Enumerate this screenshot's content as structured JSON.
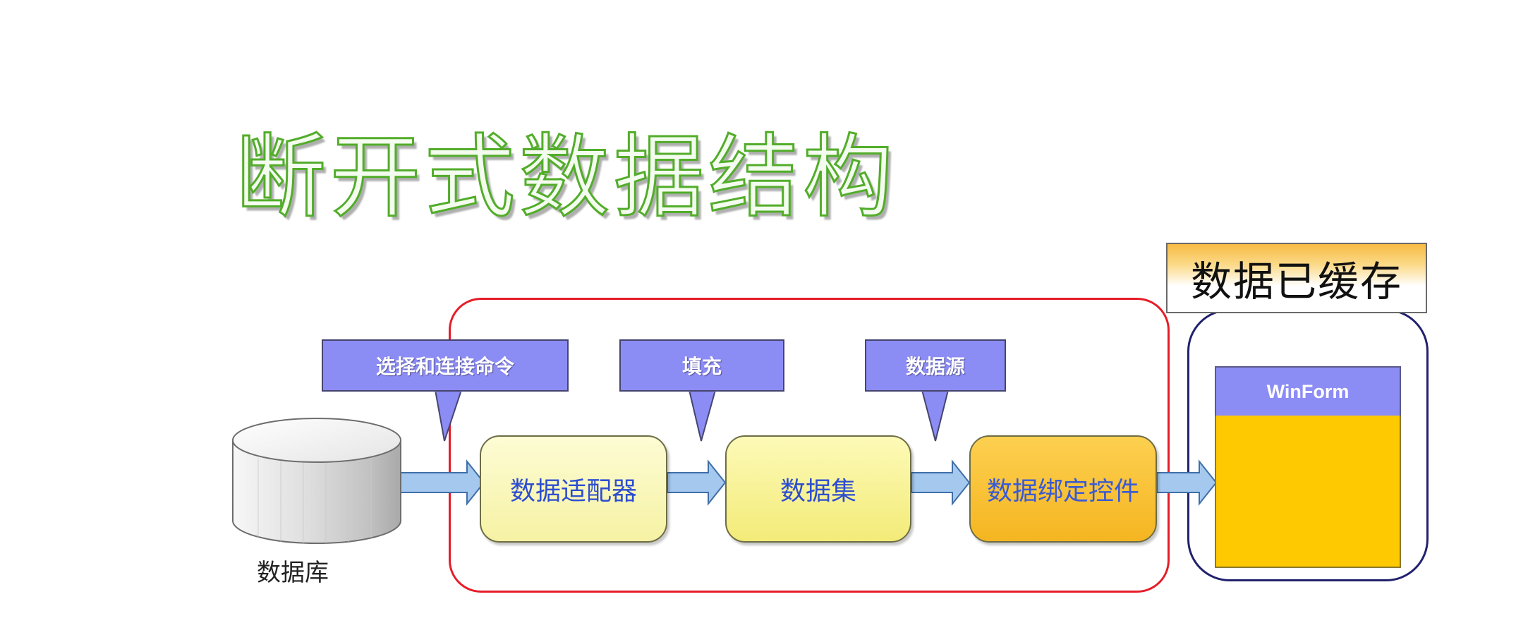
{
  "title": "断开式数据结构",
  "database": {
    "label": "数据库",
    "icon": "database-cylinder-icon"
  },
  "callouts": {
    "select_connect": "选择和连接命令",
    "fill": "填充",
    "data_source": "数据源"
  },
  "nodes": {
    "data_adapter": "数据适配器",
    "dataset": "数据集",
    "bound_control": "数据绑定控件"
  },
  "cache": {
    "label": "数据已缓存",
    "winform_header": "WinForm"
  },
  "colors": {
    "title_stroke": "#52ad2a",
    "callout_fill": "#8c8cf5",
    "arrow_fill": "#a4c8ee",
    "red_group_border": "#e51d28",
    "blue_group_border": "#21216e",
    "winform_body": "#fec900",
    "node_text": "#2d4dd0"
  }
}
